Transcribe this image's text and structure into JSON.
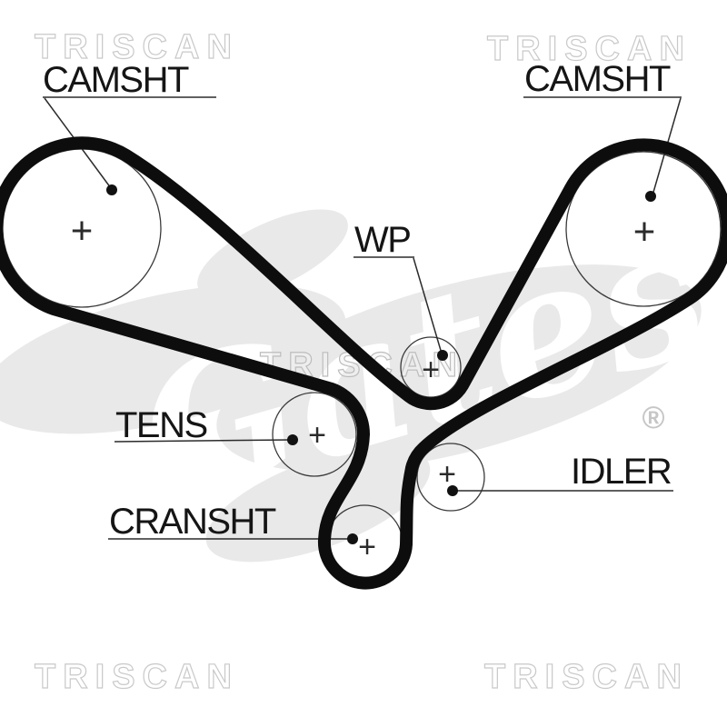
{
  "diagram": {
    "type": "timing-belt-routing-diagram",
    "labels": {
      "camshaft_left": "CAMSHT",
      "camshaft_right": "CAMSHT",
      "water_pump": "WP",
      "tensioner": "TENS",
      "crankshaft": "CRANSHT",
      "idler": "IDLER"
    },
    "plus_mark": "+",
    "watermarks": {
      "brand": "TRISCAN",
      "logo_script": "Gates",
      "registered_mark": "®"
    },
    "colors": {
      "background": "#ffffff",
      "belt": "#0d0d0d",
      "line": "#2b2b2b",
      "watermark_stroke": "#c9c9c9",
      "swoosh": "#e9e9e9"
    }
  }
}
